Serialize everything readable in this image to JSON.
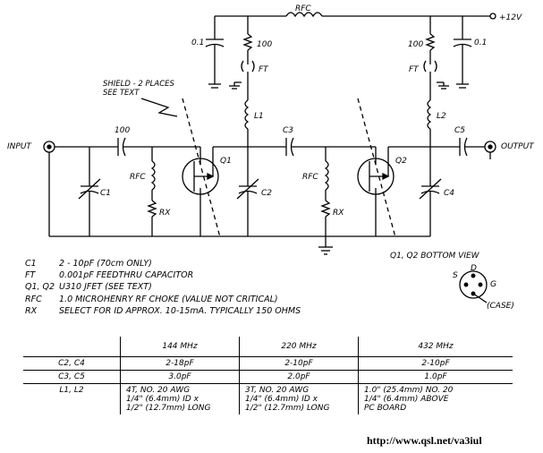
{
  "labels": {
    "rfc_top": "RFC",
    "supply": "+12V",
    "cap_01_left": "0.1",
    "res_100_left": "100",
    "ft_left": "FT",
    "res_100_right": "100",
    "ft_right": "FT",
    "cap_01_right": "0.1",
    "shield_line1": "SHIELD - 2 PLACES",
    "shield_line2": "SEE TEXT",
    "l1": "L1",
    "l2": "L2",
    "input": "INPUT",
    "cap_100_in": "100",
    "c3": "C3",
    "c5": "C5",
    "output": "OUTPUT",
    "rfc_left": "RFC",
    "rfc_mid": "RFC",
    "q1": "Q1",
    "q2": "Q2",
    "c1": "C1",
    "c2": "C2",
    "c4": "C4",
    "rx_left": "RX",
    "rx_mid": "RX"
  },
  "notes": [
    {
      "key": "C1",
      "text": "2 - 10pF (70cm ONLY)"
    },
    {
      "key": "FT",
      "text": "0.001pF FEEDTHRU CAPACITOR"
    },
    {
      "key": "Q1, Q2",
      "text": "U310 JFET (SEE TEXT)"
    },
    {
      "key": "RFC",
      "text": "1.0 MICROHENRY RF CHOKE (VALUE NOT CRITICAL)"
    },
    {
      "key": "RX",
      "text": "SELECT FOR ID APPROX. 10-15mA. TYPICALLY 150 OHMS"
    }
  ],
  "bottom_view": {
    "title": "Q1, Q2 BOTTOM VIEW",
    "pin_d": "D",
    "pin_s": "S",
    "pin_g": "G",
    "case": "(CASE)"
  },
  "table": {
    "headers": [
      "",
      "144 MHz",
      "220 MHz",
      "432 MHz"
    ],
    "rows": [
      {
        "label": "C2, C4",
        "cells": [
          "2-18pF",
          "2-10pF",
          "2-10pF"
        ]
      },
      {
        "label": "C3, C5",
        "cells": [
          "3.0pF",
          "2.0pF",
          "1.0pF"
        ]
      },
      {
        "label": "L1, L2",
        "cells": [
          "4T, NO. 20 AWG\n1/4\" (6.4mm) ID x\n1/2\" (12.7mm) LONG",
          "3T, NO. 20 AWG\n1/4\" (6.4mm) ID x\n1/2\" (12.7mm) LONG",
          "1.0\" (25.4mm) NO. 20\n1/4\" (6.4mm) ABOVE\nPC BOARD"
        ]
      }
    ]
  },
  "url": "http://www.qsl.net/va3iul"
}
